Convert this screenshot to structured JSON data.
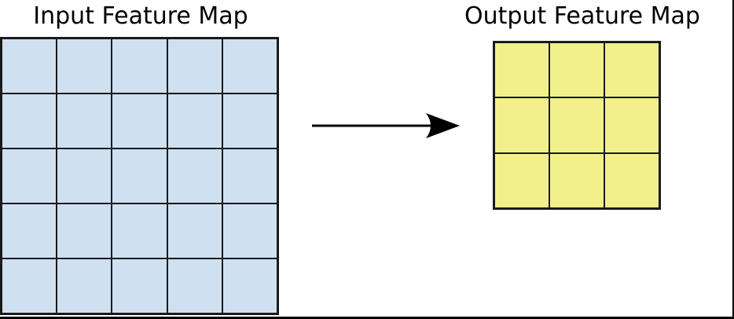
{
  "diagram": {
    "background": "#ffffff",
    "frame_color": "#000000",
    "grid_line_color": "#1a1a1a",
    "text_color": "#000000",
    "input_map": {
      "title": "Input Feature Map",
      "rows": 5,
      "cols": 5,
      "cell_fill": "#cfe0f1"
    },
    "output_map": {
      "title": "Output Feature Map",
      "rows": 3,
      "cols": 3,
      "cell_fill": "#f2f08d"
    },
    "arrow": {
      "icon": "arrow-right-icon",
      "direction": "right",
      "color": "#000000"
    }
  }
}
